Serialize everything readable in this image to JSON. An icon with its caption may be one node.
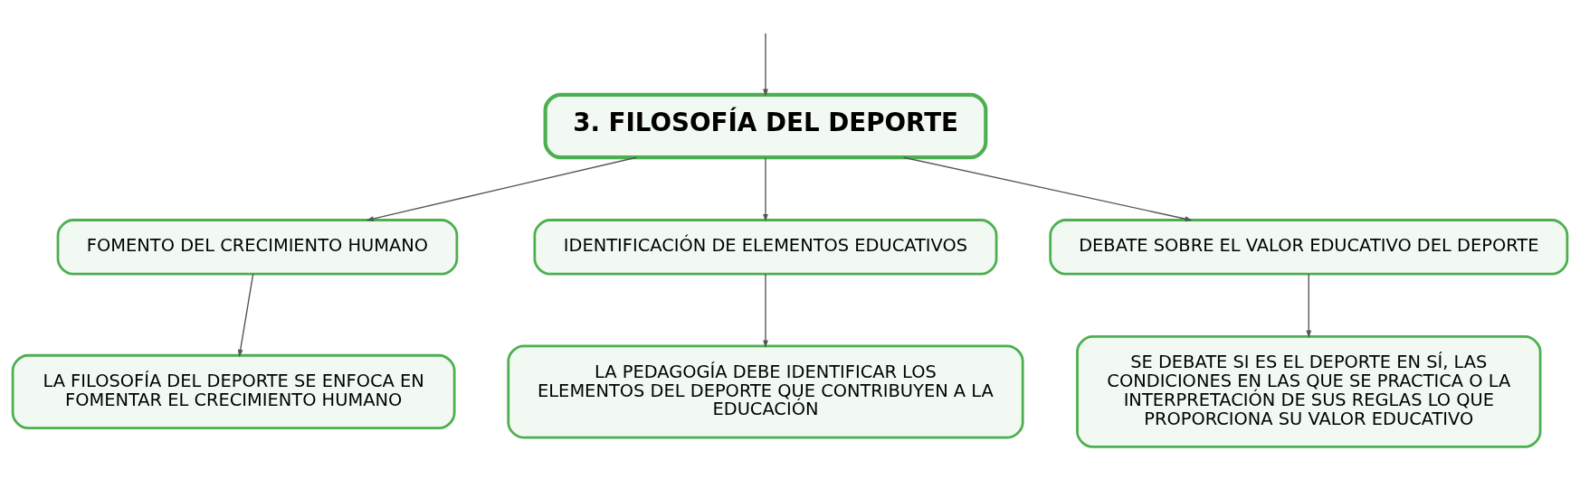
{
  "diagram": {
    "nodes": [
      {
        "text": [
          "3. FILOSOFÍA DEL DEPORTE"
        ]
      },
      {
        "text": [
          "FOMENTO DEL CRECIMIENTO HUMANO"
        ]
      },
      {
        "text": [
          "IDENTIFICACIÓN DE ELEMENTOS EDUCATIVOS"
        ]
      },
      {
        "text": [
          "DEBATE SOBRE EL VALOR EDUCATIVO DEL DEPORTE"
        ]
      },
      {
        "text": [
          "LA FILOSOFÍA DEL DEPORTE SE ENFOCA EN FOMENTAR EL CRECIMIENTO HUMANO"
        ]
      },
      {
        "text": [
          "LA PEDAGOGÍA DEBE IDENTIFICAR LOS ELEMENTOS DEL DEPORTE QUE CONTRIBUYEN A LA EDUCACIÓN"
        ]
      },
      {
        "text": [
          "SE DEBATE SI ES EL DEPORTE EN SÍ, LAS CONDICIONES EN LAS QUE SE PRACTICA O LA INTERPRETACIÓN DE SUS REGLAS LO QUE PROPORCIONA SU VALOR EDUCATIVO"
        ]
      }
    ],
    "edges": [
      {
        "from": null,
        "to": 0,
        "arrow": "to"
      },
      {
        "from": 0,
        "to": 1,
        "arrow": "to"
      },
      {
        "from": 0,
        "to": 2,
        "arrow": "to"
      },
      {
        "from": 0,
        "to": 3,
        "arrow": "to"
      },
      {
        "from": 1,
        "to": 4,
        "arrow": "to"
      },
      {
        "from": 2,
        "to": 5,
        "arrow": "to"
      },
      {
        "from": 3,
        "to": 6,
        "arrow": "to"
      }
    ]
  }
}
